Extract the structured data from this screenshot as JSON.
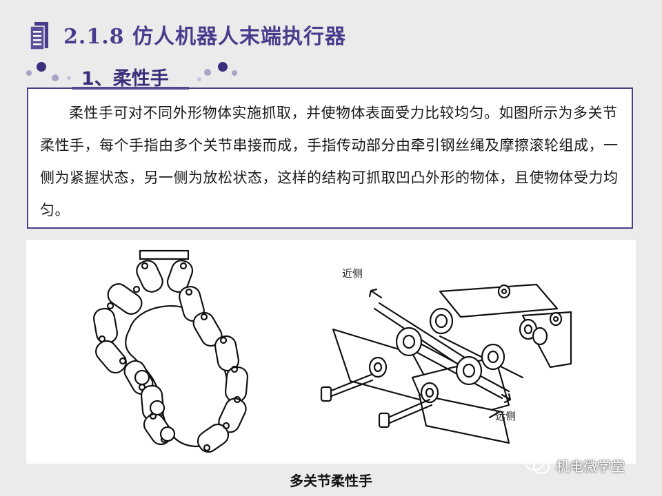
{
  "header": {
    "title": "2.1.8 仿人机器人末端执行器"
  },
  "section": {
    "heading": "1、柔性手"
  },
  "body": {
    "paragraph": "柔性手可对不同外形物体实施抓取，并使物体表面受力比较均匀。如图所示为多关节柔性手，每个手指由多个关节串接而成，手指传动部分由牵引钢丝绳及摩擦滚轮组成，一侧为紧握状态，另一侧为放松状态，这样的结构可抓取凹凸外形的物体，且使物体受力均匀。"
  },
  "figure": {
    "label_near": "近侧",
    "label_far": "远侧",
    "caption": "多关节柔性手"
  },
  "watermark": {
    "text": "机电微学堂"
  },
  "colors": {
    "title": "#4a3c8c",
    "border": "#4a3f85",
    "dot_dark": "#3a2f7a",
    "dot_light": "#a9a4c7"
  },
  "icons": [
    "document-icon",
    "wechat-icon"
  ]
}
